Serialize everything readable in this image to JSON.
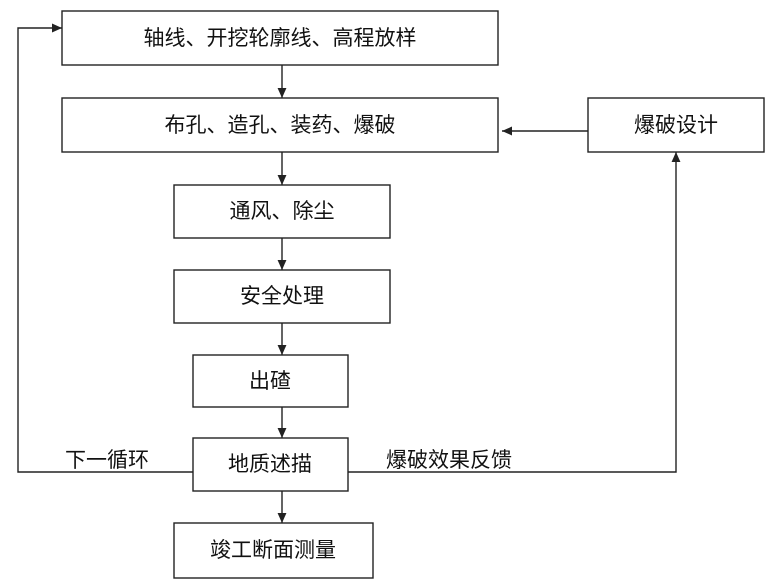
{
  "nodes": {
    "survey": "轴线、开挖轮廓线、高程放样",
    "drill": "布孔、造孔、装药、爆破",
    "design": "爆破设计",
    "ventilation": "通风、除尘",
    "safety": "安全处理",
    "mucking": "出碴",
    "geology": "地质述描",
    "asbuilt": "竣工断面测量"
  },
  "edge_labels": {
    "next_cycle": "下一循环",
    "feedback": "爆破效果反馈"
  }
}
